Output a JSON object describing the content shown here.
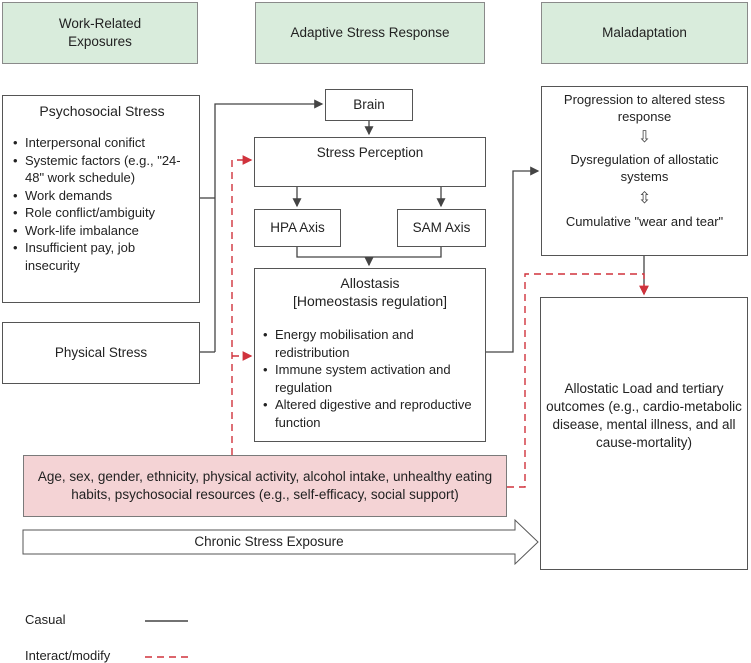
{
  "headers": {
    "exposures": "Work-Related Exposures",
    "adaptive": "Adaptive Stress Response",
    "maladaptation": "Maladaptation"
  },
  "psychosocial": {
    "title": "Psychosocial Stress",
    "items": [
      "Interpersonal conifict",
      "Systemic factors (e.g., \"24-48\" work schedule)",
      "Work demands",
      "Role conflict/ambiguity",
      "Work-life imbalance",
      "Insufficient pay, job insecurity"
    ]
  },
  "physical": {
    "label": "Physical Stress"
  },
  "brain": {
    "label": "Brain"
  },
  "perception": {
    "label": "Stress Perception"
  },
  "hpa": {
    "label": "HPA Axis"
  },
  "sam": {
    "label": "SAM Axis"
  },
  "allostasis": {
    "title": "Allostasis",
    "subtitle": "[Homeostasis regulation]",
    "items": [
      "Energy mobilisation and redistribution",
      "Immune system activation and regulation",
      "Altered digestive and reproductive function"
    ]
  },
  "maladaptive_process": {
    "step1": "Progression to altered stess response",
    "step2": "Dysregulation of allostatic systems",
    "step3": "Cumulative \"wear and tear\""
  },
  "outcome": {
    "label": "Allostatic Load and tertiary outcomes (e.g., cardio-metabolic disease, mental illness, and all cause-mortality)"
  },
  "modifiers": {
    "label": "Age, sex, gender, ethnicity, physical activity, alcohol intake, unhealthy eating habits, psychosocial resources (e.g., self-efficacy, social support)"
  },
  "chronic": {
    "label": "Chronic Stress Exposure"
  },
  "legend": {
    "causal": "Casual",
    "interact": "Interact/modify"
  },
  "colors": {
    "header_fill": "#d9ecdc",
    "modifier_fill": "#f4d3d5",
    "causal_line": "#444444",
    "interact_line": "#d0323c"
  }
}
